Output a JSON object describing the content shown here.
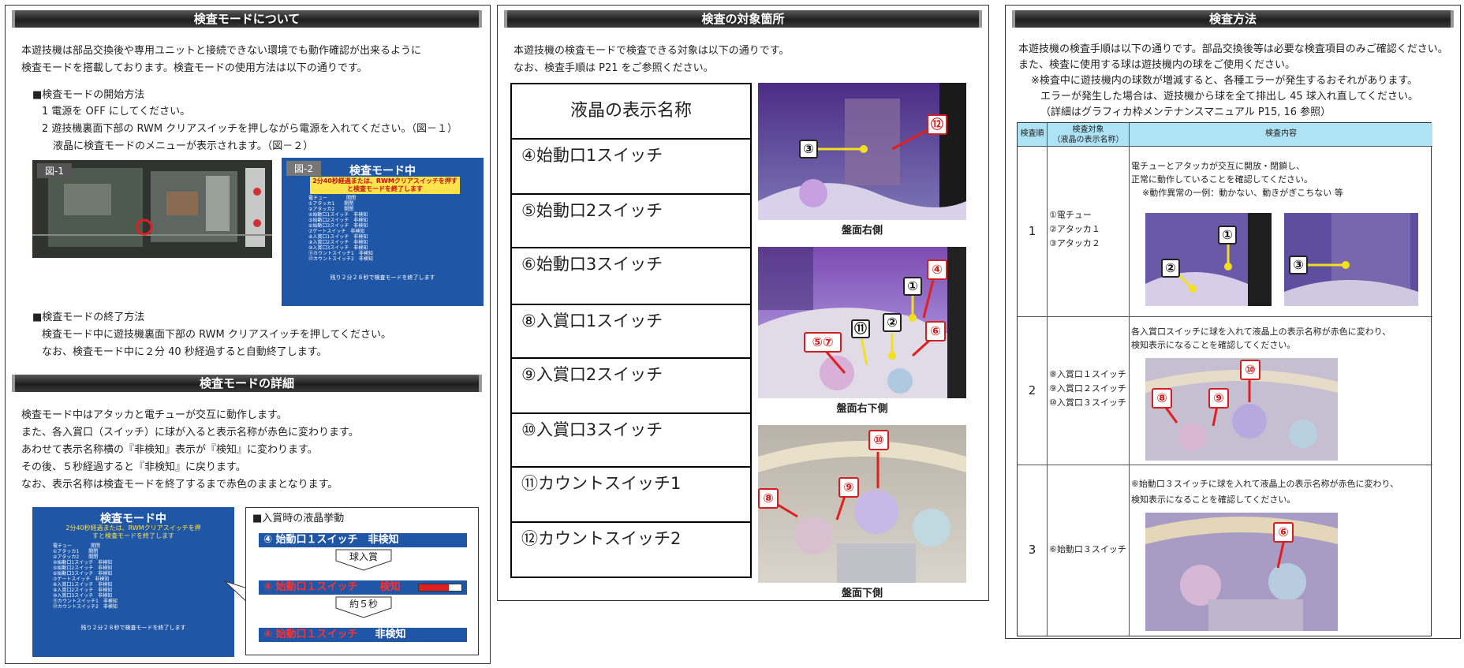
{
  "panel1": {
    "header1": "検査モードについて",
    "intro": [
      "本遊技機は部品交換後や専用ユニットと接続できない環境でも動作確認が出来るように",
      "検査モードを搭載しております。検査モードの使用方法は以下の通りです。"
    ],
    "start_title": "■検査モードの開始方法",
    "start_lines": [
      "1 電源を OFF にしてください。",
      "2 遊技機裏面下部の RWM クリアスイッチを押しながら電源を入れてください。（図－１）",
      "液晶に検査モードのメニューが表示されます。（図－２）"
    ],
    "fig1_label": "図-1",
    "fig2_label": "図-2",
    "screen_title": "検査モード中",
    "screen_notice": "2分40秒経過または、RWMクリアスイッチを押すと検査モードを終了します",
    "screen_menu": [
      "電チュー　　　　開閉",
      "①アタッカ1　　開閉",
      "②アタッカ2　　開閉",
      "④始動口1スイッチ　非検知",
      "⑤始動口2スイッチ　非検知",
      "⑥始動口3スイッチ　非検知",
      "⑦ゲートスイッチ　非検知",
      "⑧入賞口1スイッチ　非検知",
      "⑨入賞口2スイッチ　非検知",
      "⑩入賞口3スイッチ　非検知",
      "⑪カウントスイッチ1　非検知",
      "⑫カウントスイッチ2　非検知"
    ],
    "screen_footer": "残り２分２８秒で検査モードを終了します",
    "end_title": "■検査モードの終了方法",
    "end_lines": [
      "検査モード中に遊技機裏面下部の RWM クリアスイッチを押してください。",
      "なお、検査モード中に２分 40 秒経過すると自動終了します。"
    ],
    "header2": "検査モードの詳細",
    "detail_lines": [
      "検査モード中はアタッカと電チューが交互に動作します。",
      "また、各入賞口（スイッチ）に球が入ると表示名称が赤色に変わります。",
      "あわせて表示名称横の『非検知』表示が『検知』に変わります。",
      "その後、５秒経過すると『非検知』に戻ります。",
      "なお、表示名称は検査モードを終了するまで赤色のままとなります。"
    ],
    "behavior_title": "■入賞時の液晶挙動",
    "bar1": "④ 始動口１スイッチ　非検知",
    "arrow1": "球入賞",
    "bar2_name": "④ 始動口１スイッチ",
    "bar2_state": "検知",
    "arrow2": "約５秒",
    "bar3_name": "④ 始動口１スイッチ",
    "bar3_state": "非検知"
  },
  "panel2": {
    "header": "検査の対象箇所",
    "intro": [
      "本遊技機の検査モードで検査できる対象は以下の通りです。",
      "なお、検査手順は P21 をご参照ください。"
    ],
    "table_header": "液晶の表示名称",
    "targets": [
      "④始動口1スイッチ",
      "⑤始動口2スイッチ",
      "⑥始動口3スイッチ",
      "⑧入賞口1スイッチ",
      "⑨入賞口2スイッチ",
      "⑩入賞口3スイッチ",
      "⑪カウントスイッチ1",
      "⑫カウントスイッチ2"
    ],
    "photo_captions": [
      "盤面右側",
      "盤面右下側",
      "盤面下側"
    ],
    "photo1_badges": [
      "③",
      "⑫"
    ],
    "photo2_badges": [
      "①",
      "④",
      "②",
      "⑪",
      "⑤⑦",
      "⑥"
    ],
    "photo3_badges": [
      "⑩",
      "⑨",
      "⑧"
    ]
  },
  "panel3": {
    "header": "検査方法",
    "intro": [
      "本遊技機の検査手順は以下の通りです。部品交換後等は必要な検査項目のみご確認ください。",
      "また、検査に使用する球は遊技機内の球をご使用ください。",
      "※検査中に遊技機内の球数が増減すると、各種エラーが発生するおそれがあります。",
      "エラーが発生した場合は、遊技機から球を全て排出し 45 球入れ直してください。",
      "（詳細はグラフィカ枠メンテナンスマニュアル P15, 16 参照）"
    ],
    "col_no": "検査順",
    "col_target": [
      "検査対象",
      "（液晶の表示名称）"
    ],
    "col_content": "検査内容",
    "rows": [
      {
        "no": "1",
        "targets": [
          "①電チュー",
          "②アタッカ１",
          "③アタッカ２"
        ],
        "content": [
          "電チューとアタッカが交互に開放・閉鎖し、",
          "正常に動作していることを確認してください。",
          "※動作異常の一例：動かない、動きがぎこちない 等"
        ],
        "badges": [
          "①",
          "②",
          "③"
        ]
      },
      {
        "no": "2",
        "targets": [
          "⑧入賞口１スイッチ",
          "⑨入賞口２スイッチ",
          "⑩入賞口３スイッチ"
        ],
        "content": [
          "各入賞口スイッチに球を入れて液晶上の表示名称が赤色に変わり、",
          "検知表示になることを確認してください。"
        ],
        "badges": [
          "⑩",
          "⑧",
          "⑨"
        ]
      },
      {
        "no": "3",
        "targets": [
          "⑥始動口３スイッチ"
        ],
        "content": [
          "⑥始動口３スイッチに球を入れて液晶上の表示名称が赤色に変わり、",
          "検知表示になることを確認してください。"
        ],
        "badges": [
          "⑥"
        ]
      }
    ]
  }
}
